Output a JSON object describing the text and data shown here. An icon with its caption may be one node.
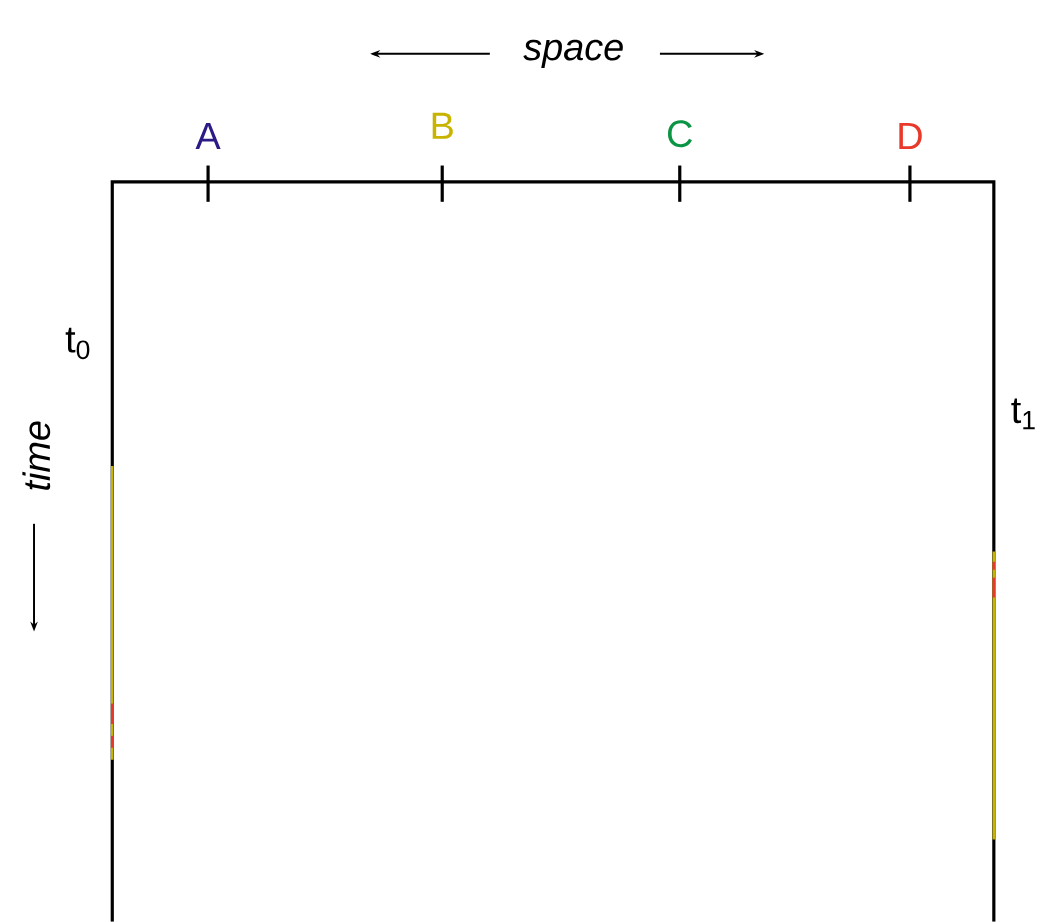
{
  "diagram": {
    "labels": [
      "space",
      "A",
      "B",
      "C",
      "D",
      "t$_{0}$",
      "time",
      "t$_{1}$"
    ]
  }
}
